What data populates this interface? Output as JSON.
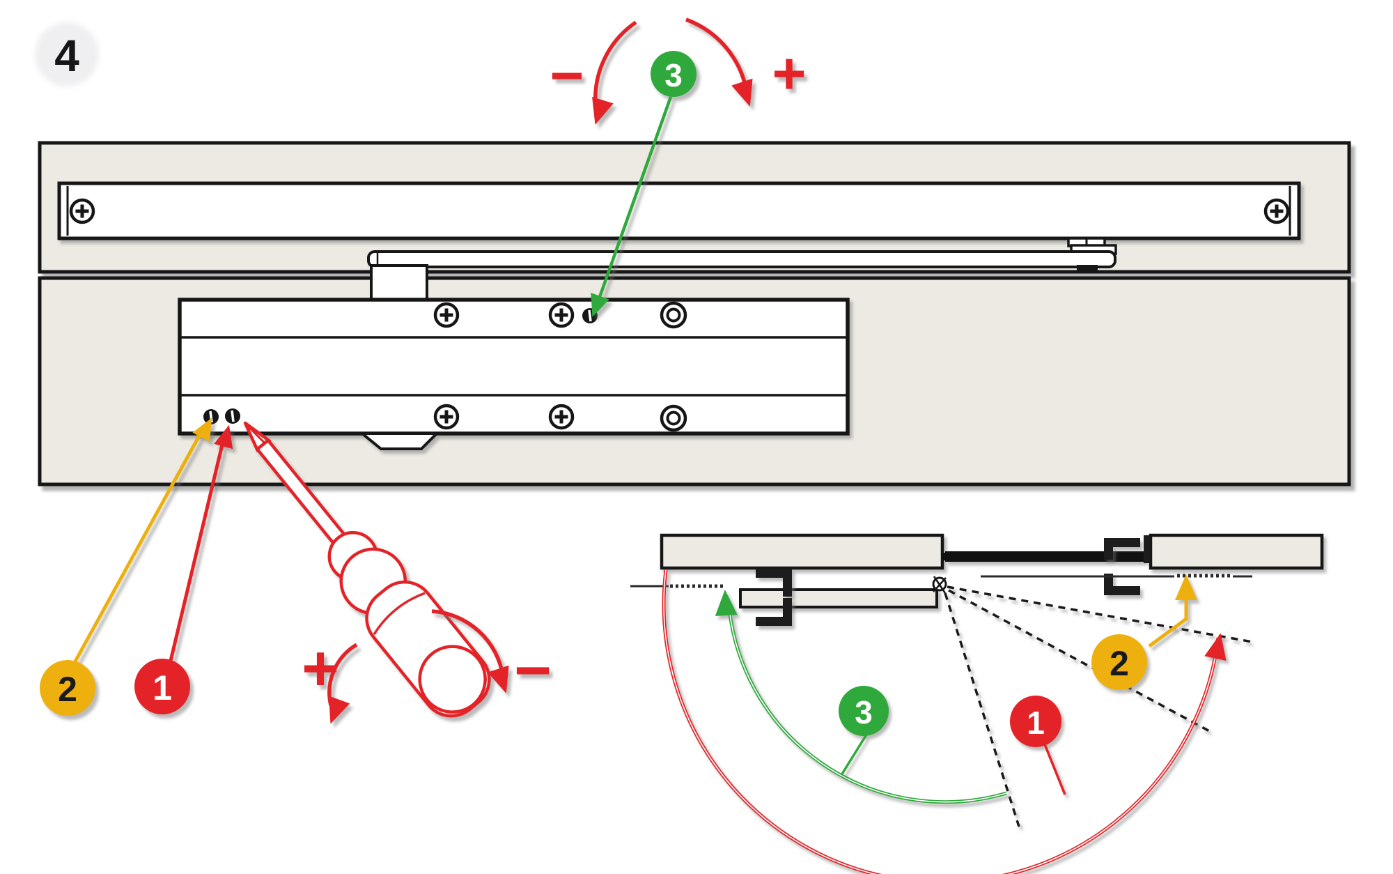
{
  "step": {
    "label": "4"
  },
  "signs": {
    "plus": "+",
    "minus": "−"
  },
  "callouts": {
    "one": "1",
    "two": "2",
    "three": "3"
  },
  "colors": {
    "accent_red": "#E32327",
    "accent_green": "#2FA83C",
    "accent_yellow": "#EDB00F",
    "panel_fill": "#ECEAE2",
    "rail_fill": "#FFFFFF",
    "line_black": "#161616",
    "shadow_gray": "#8C8C8C",
    "step_badge_fill": "#EFEFF1"
  },
  "icons": {
    "phillips_screw": "⊕",
    "slotted_adjuster_screw": "⊖",
    "mount_hole": "◎",
    "pivot_hinge": "⊗"
  }
}
